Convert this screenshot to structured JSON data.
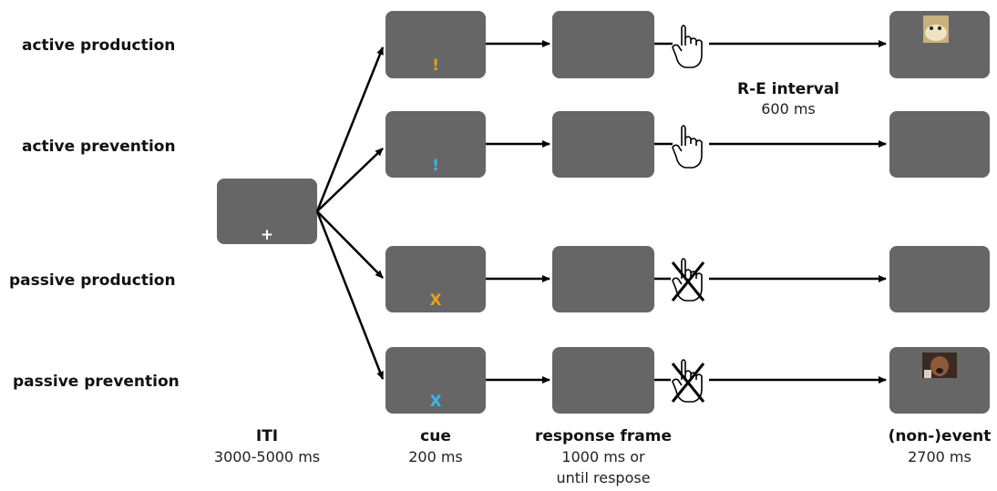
{
  "conditions": [
    {
      "label": "active production",
      "cue_symbol": "!",
      "cue_color": "#E8A11A",
      "response": "press",
      "event": "seal-image"
    },
    {
      "label": "active prevention",
      "cue_symbol": "!",
      "cue_color": "#3BB6EC",
      "response": "press",
      "event": "none"
    },
    {
      "label": "passive production",
      "cue_symbol": "X",
      "cue_color": "#E8A11A",
      "response": "no-press",
      "event": "none"
    },
    {
      "label": "passive prevention",
      "cue_symbol": "X",
      "cue_color": "#3BB6EC",
      "response": "no-press",
      "event": "crying-child-image"
    }
  ],
  "fixation_symbol": "+",
  "fixation_color": "#ffffff",
  "box_color": "#666666",
  "interval": {
    "title": "R-E interval",
    "duration": "600 ms"
  },
  "phases": {
    "iti": {
      "title": "ITI",
      "duration": "3000-5000 ms"
    },
    "cue": {
      "title": "cue",
      "duration": "200 ms"
    },
    "response": {
      "title": "response frame",
      "duration": "1000 ms  or",
      "duration_extra": "until respose"
    },
    "event": {
      "title": "(non-)event",
      "duration": "2700 ms"
    }
  }
}
